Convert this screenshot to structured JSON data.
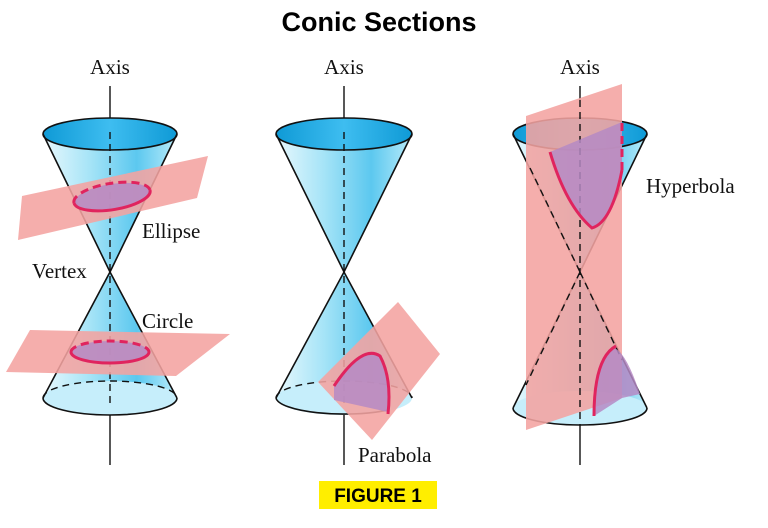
{
  "title": "Conic Sections",
  "figure_label": "FIGURE 1",
  "labels": {
    "axis_left": "Axis",
    "axis_middle": "Axis",
    "axis_right": "Axis",
    "ellipse": "Ellipse",
    "vertex": "Vertex",
    "circle": "Circle",
    "parabola": "Parabola",
    "hyperbola": "Hyperbola"
  },
  "colors": {
    "cone_fill": "#8fdcf4",
    "cone_rim": "#1aa8e0",
    "plane": "#f4a3a0",
    "curve": "#e0245e",
    "section": "#b58ac4",
    "figure_highlight": "#ffee00"
  }
}
